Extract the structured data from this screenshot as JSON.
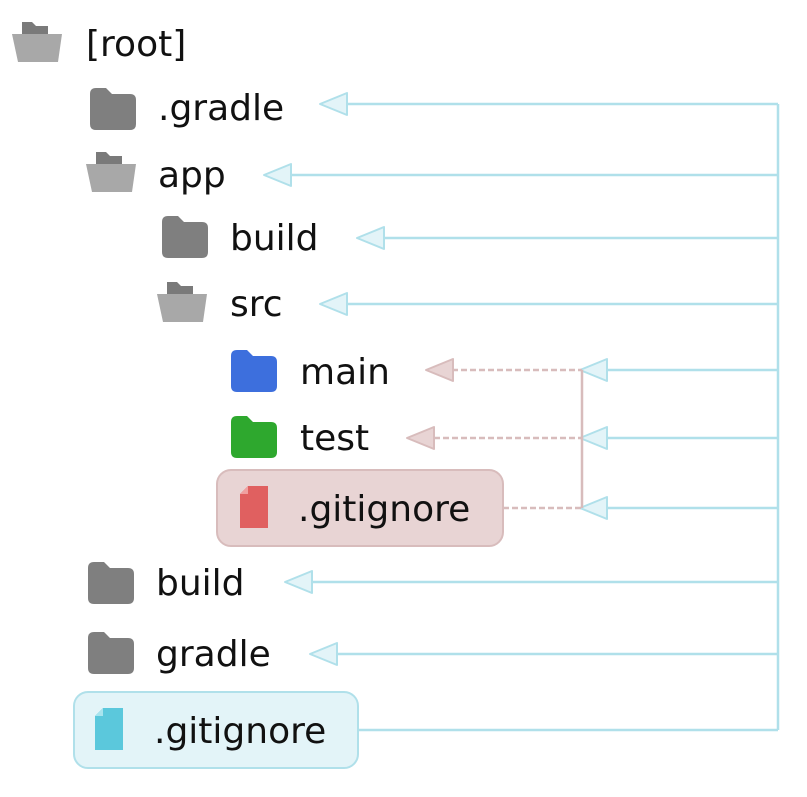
{
  "tree": {
    "root": {
      "label": "[root]",
      "icon": "folder-open-icon"
    },
    "items": [
      {
        "id": "gradle-hidden",
        "label": ".gradle",
        "icon": "folder-icon",
        "color": "#7f7f7f"
      },
      {
        "id": "app",
        "label": "app",
        "icon": "folder-open-icon",
        "color": "#8c8c8c"
      },
      {
        "id": "app-build",
        "label": "build",
        "icon": "folder-icon",
        "color": "#7f7f7f"
      },
      {
        "id": "app-src",
        "label": "src",
        "icon": "folder-open-icon",
        "color": "#8c8c8c"
      },
      {
        "id": "src-main",
        "label": "main",
        "icon": "folder-icon",
        "color": "#3d6fdd"
      },
      {
        "id": "src-test",
        "label": "test",
        "icon": "folder-icon",
        "color": "#2ea82e"
      },
      {
        "id": "app-gitignore",
        "label": ".gitignore",
        "icon": "file-icon",
        "color": "#e06060"
      },
      {
        "id": "root-build",
        "label": "build",
        "icon": "folder-icon",
        "color": "#7f7f7f"
      },
      {
        "id": "root-gradle",
        "label": "gradle",
        "icon": "folder-icon",
        "color": "#7f7f7f"
      },
      {
        "id": "root-gitignore",
        "label": ".gitignore",
        "icon": "file-icon",
        "color": "#5bc8dc"
      }
    ]
  },
  "colors": {
    "root_ignore_line": "#b0e0ea",
    "root_ignore_fill": "#e3f4f8",
    "app_ignore_line": "#d8bcbc",
    "app_ignore_fill": "#e8d4d4"
  }
}
